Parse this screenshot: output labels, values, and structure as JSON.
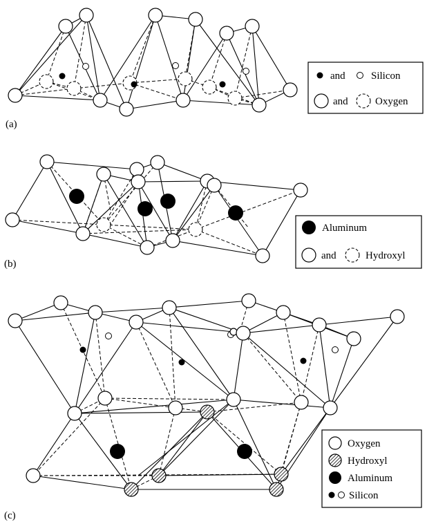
{
  "panel_a": {
    "label": "(a)",
    "legend": {
      "silicon_and": "and",
      "silicon": "Silicon",
      "oxygen_and": "and",
      "oxygen": "Oxygen"
    }
  },
  "panel_b": {
    "label": "(b)",
    "legend": {
      "aluminum": "Aluminum",
      "hydroxyl_and": "and",
      "hydroxyl": "Hydroxyl"
    }
  },
  "panel_c": {
    "label": "(c)",
    "legend": {
      "oxygen": "Oxygen",
      "hydroxyl": "Hydroxyl",
      "aluminum": "Aluminum",
      "silicon": "Silicon"
    }
  }
}
